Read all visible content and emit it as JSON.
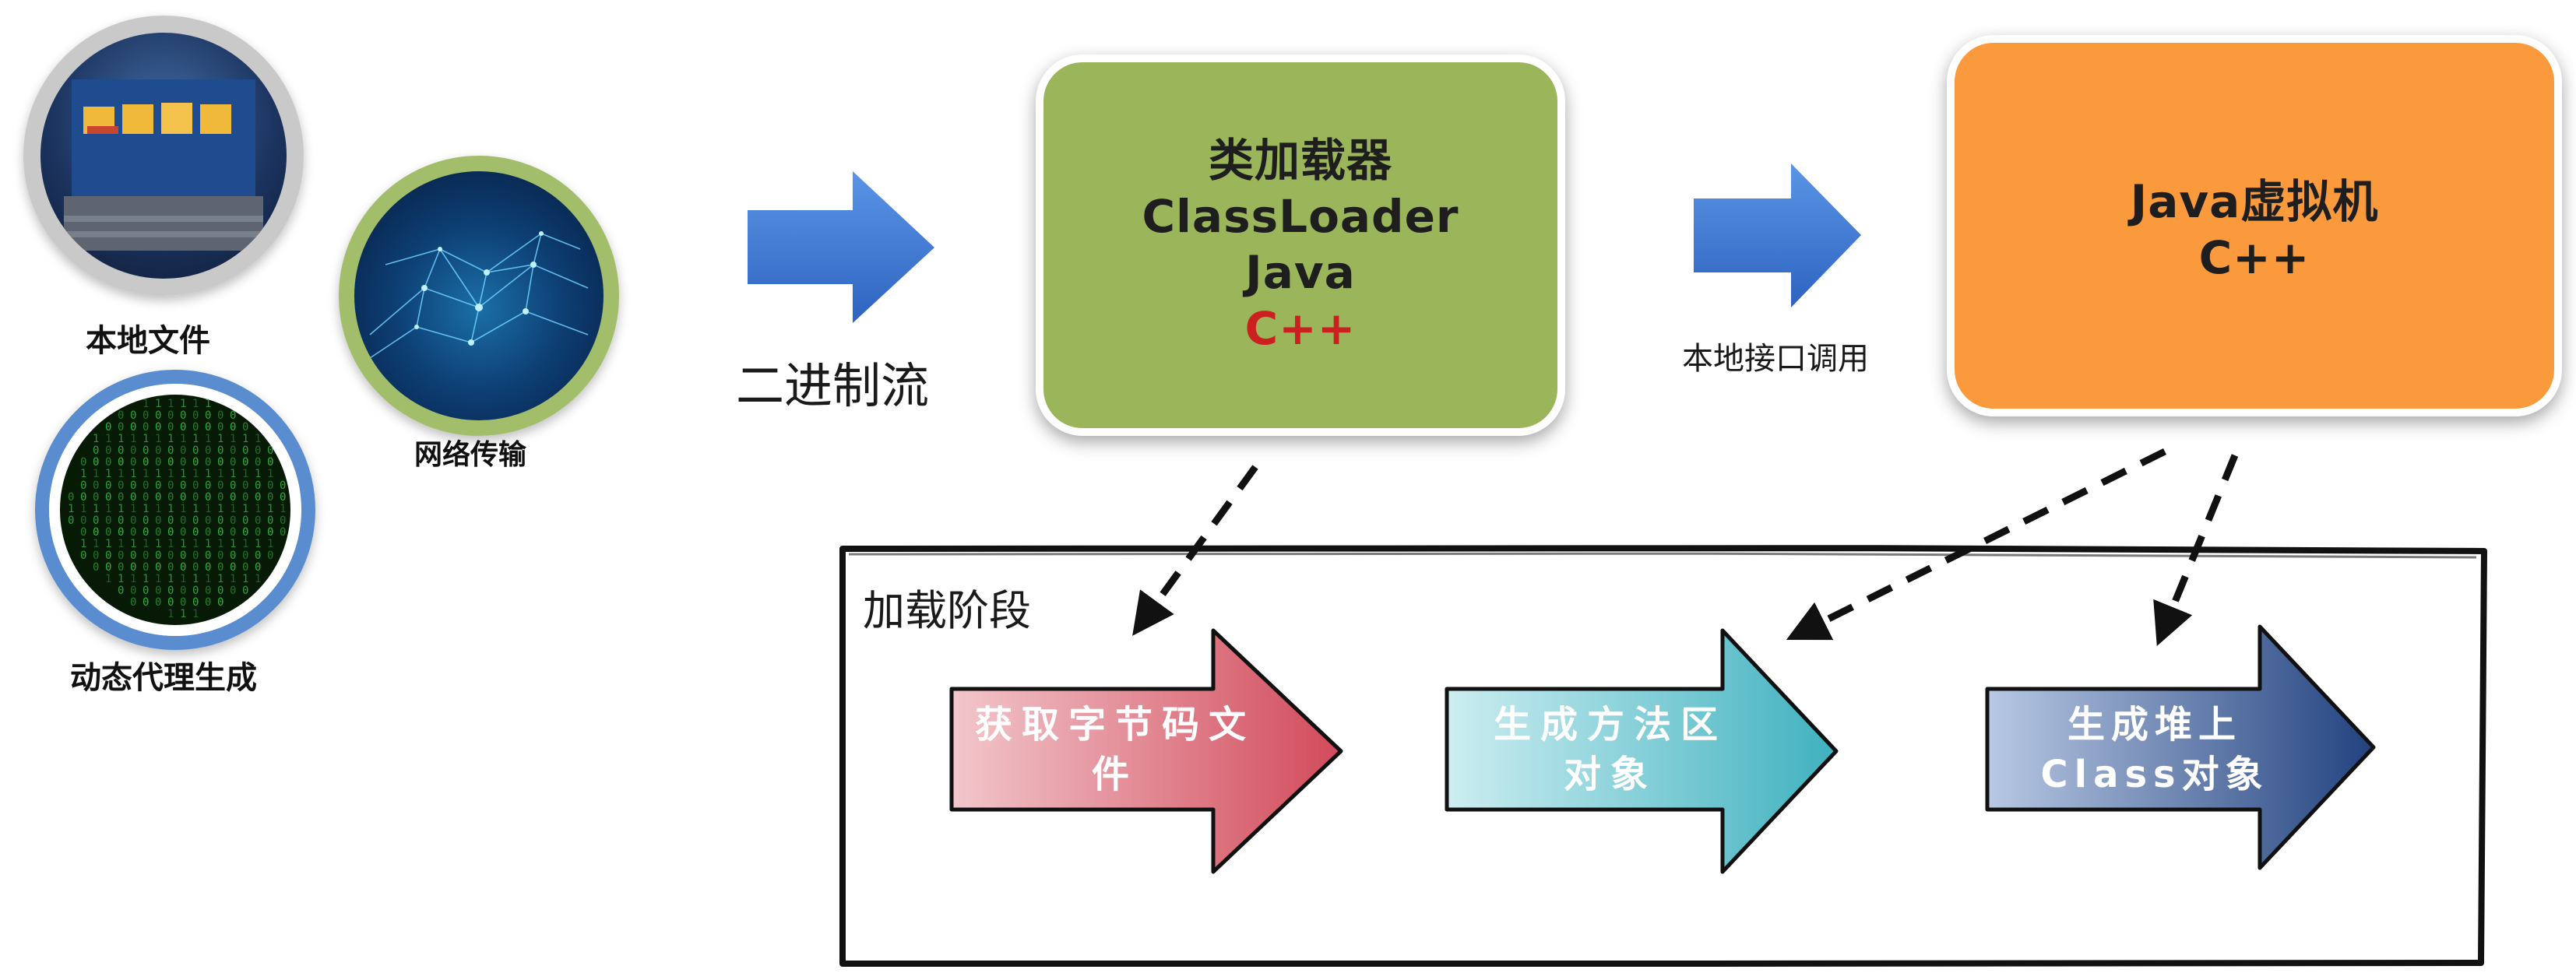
{
  "sources": {
    "local_file": "本地文件",
    "dynamic_proxy": "动态代理生成",
    "network": "网络传输"
  },
  "flow_label_binary": "二进制流",
  "class_loader": {
    "line1": "类加载器",
    "line2": "ClassLoader",
    "line3": "Java",
    "line4": "C++"
  },
  "native_call_label": "本地接口调用",
  "jvm": {
    "line1": "Java虚拟机",
    "line2": "C++"
  },
  "loading_phase": {
    "title": "加载阶段",
    "stages": [
      {
        "line1": "获取字节码文",
        "line2": "件"
      },
      {
        "line1": "生成方法区",
        "line2": "对象"
      },
      {
        "line1": "生成堆上",
        "line2": "Class对象"
      }
    ]
  },
  "colors": {
    "class_loader_fill": "#9bb55a",
    "jvm_fill": "#fb9a3c",
    "block_arrow": "#3b78d8",
    "stage1": "#d85a6a",
    "stage2": "#54b9c4",
    "stage3": "#2e4f8e",
    "accent_red": "#cc1f1f"
  },
  "icons": {
    "local_file": "laptop-folders-icon",
    "dynamic_proxy": "binary-matrix-icon",
    "network": "network-mesh-icon"
  }
}
